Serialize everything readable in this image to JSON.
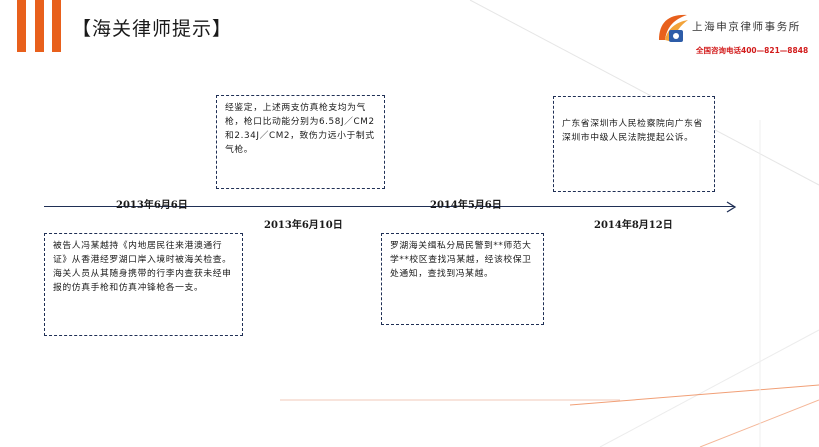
{
  "header": {
    "title": "【海关律师提示】",
    "logo": {
      "name": "上海申京律师事务所",
      "hotline": "全国咨询电话400—821—8848"
    }
  },
  "timeline": {
    "events": [
      {
        "date": "2013年6月6日",
        "text": "被告人冯某越持《内地居民往来港澳通行证》从香港经罗湖口岸入境时被海关检查。海关人员从其随身携带的行李内查获未经申报的仿真手枪和仿真冲锋枪各一支。"
      },
      {
        "date": "2013年6月10日",
        "text": "经鉴定，上述两支仿真枪支均为气枪，枪口比动能分别为6.58J／CM2和2.34J／CM2，致伤力远小于制式气枪。"
      },
      {
        "date": "2014年5月6日",
        "text": "罗湖海关缉私分局民警到**师范大学**校区查找冯某越，经该校保卫处通知，查找到冯某越。"
      },
      {
        "date": "2014年8月12日",
        "text": "广东省深圳市人民检察院向广东省深圳市中级人民法院提起公诉。"
      }
    ]
  },
  "colors": {
    "accent": "#e8601c",
    "line": "#1f2f55",
    "hotline": "#d21b1b"
  }
}
